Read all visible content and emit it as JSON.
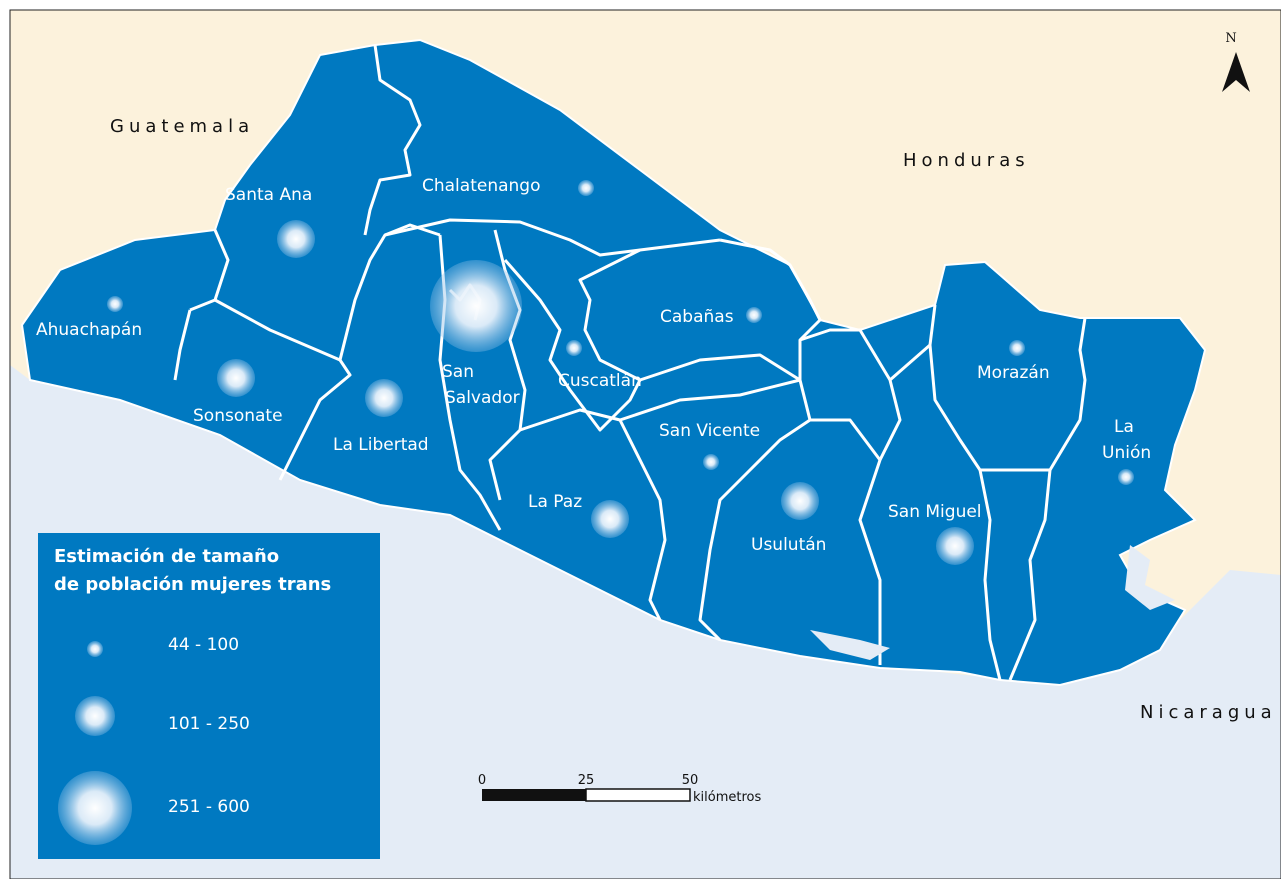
{
  "colors": {
    "land_neighbor": "#fcf2dc",
    "sea": "#e4ecf6",
    "department_fill": "#0079c1",
    "border": "#ffffff",
    "legend_box": "#0079c1"
  },
  "countries": {
    "guatemala": "Guatemala",
    "honduras": "Honduras",
    "nicaragua": "Nicaragua"
  },
  "north_arrow": {
    "label": "N",
    "icon": "north-arrow-icon"
  },
  "departments": [
    {
      "name": "Ahuachapán",
      "size_class": "44 - 100"
    },
    {
      "name": "Santa Ana",
      "size_class": "101 - 250"
    },
    {
      "name": "Sonsonate",
      "size_class": "101 - 250"
    },
    {
      "name": "Chalatenango",
      "size_class": "44 - 100"
    },
    {
      "name": "La Libertad",
      "size_class": "101 - 250"
    },
    {
      "name": "San",
      "name_line2": "Salvador",
      "size_class": "251 - 600"
    },
    {
      "name": "Cuscatlán",
      "size_class": "44 - 100"
    },
    {
      "name": "Cabañas",
      "size_class": "44 - 100"
    },
    {
      "name": "La Paz",
      "size_class": "101 - 250"
    },
    {
      "name": "San Vicente",
      "size_class": "44 - 100"
    },
    {
      "name": "Usulután",
      "size_class": "101 - 250"
    },
    {
      "name": "San Miguel",
      "size_class": "101 - 250"
    },
    {
      "name": "Morazán",
      "size_class": "44 - 100"
    },
    {
      "name": "La",
      "name_line2": "Unión",
      "size_class": "44 - 100"
    }
  ],
  "legend": {
    "title_line1": "Estimación de tamaño",
    "title_line2": "de población mujeres trans",
    "ranges": [
      "44 - 100",
      "101 - 250",
      "251 - 600"
    ]
  },
  "scale_bar": {
    "ticks": [
      "0",
      "25",
      "50"
    ],
    "unit": "kilómetros"
  }
}
